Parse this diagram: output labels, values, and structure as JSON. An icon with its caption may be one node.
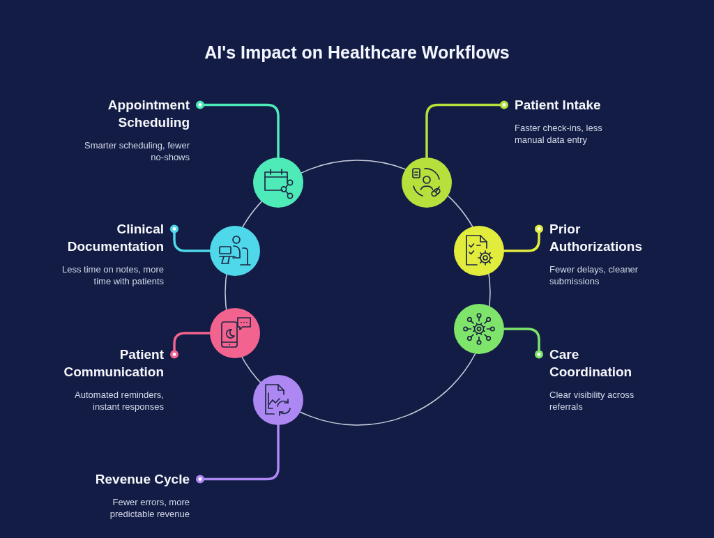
{
  "diagram": {
    "title": "AI's Impact on Healthcare Workflows",
    "nodes": [
      {
        "text": [
          "Appointment Scheduling",
          "Smarter scheduling, fewer no-shows"
        ]
      },
      {
        "text": [],
        "shape": "circle"
      },
      {
        "text": [
          "Patient Intake",
          "Faster check-ins, less manual data entry"
        ]
      },
      {
        "text": [],
        "shape": "circle"
      },
      {
        "text": [
          "Clinical Documentation",
          "Less time on notes, more time with patients"
        ]
      },
      {
        "text": [],
        "shape": "circle"
      },
      {
        "text": [
          "Prior Authorizations",
          "Fewer delays, cleaner submissions"
        ]
      },
      {
        "text": [],
        "shape": "circle"
      },
      {
        "text": [
          "Patient Communication",
          "Automated reminders, instant responses"
        ]
      },
      {
        "text": [],
        "shape": "circle"
      },
      {
        "text": [
          "Care Coordination",
          "Clear visibility across referrals"
        ]
      },
      {
        "text": [],
        "shape": "circle"
      },
      {
        "text": [
          "Revenue Cycle",
          "Fewer errors, more predictable revenue"
        ]
      },
      {
        "text": [],
        "shape": "circle"
      }
    ],
    "edges": [
      {
        "from": 0,
        "to": 1,
        "arrow": "other",
        "color": "#4eebb9"
      },
      {
        "from": 2,
        "to": 3,
        "arrow": "other",
        "color": "#b7e03c"
      },
      {
        "from": 4,
        "to": 5,
        "arrow": "other",
        "color": "#4fd8ea"
      },
      {
        "from": 6,
        "to": 7,
        "arrow": "other",
        "color": "#e2ec3c"
      },
      {
        "from": 8,
        "to": 9,
        "arrow": "other",
        "color": "#f2648f"
      },
      {
        "from": 10,
        "to": 11,
        "arrow": "other",
        "color": "#7ee46a"
      },
      {
        "from": 12,
        "to": 13,
        "arrow": "other",
        "color": "#ae88f2"
      }
    ]
  }
}
